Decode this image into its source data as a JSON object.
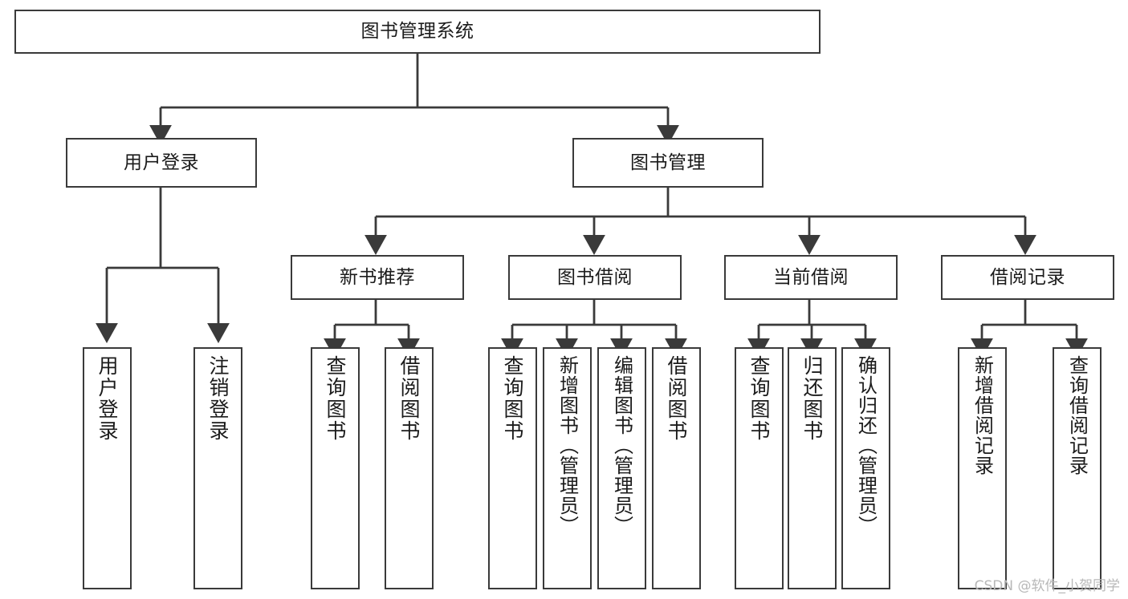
{
  "diagram": {
    "title": "图书管理系统",
    "type": "tree-hierarchy",
    "root": {
      "label": "图书管理系统"
    },
    "level1": [
      {
        "label": "用户登录"
      },
      {
        "label": "图书管理"
      }
    ],
    "level2": [
      {
        "label": "新书推荐"
      },
      {
        "label": "图书借阅"
      },
      {
        "label": "当前借阅"
      },
      {
        "label": "借阅记录"
      }
    ],
    "leaves": {
      "user_login": [
        {
          "label": "用户登录"
        },
        {
          "label": "注销登录"
        }
      ],
      "new_book_recommend": [
        {
          "label": "查询图书"
        },
        {
          "label": "借阅图书"
        }
      ],
      "book_borrow": [
        {
          "label": "查询图书"
        },
        {
          "label": "新增图书（管理员）"
        },
        {
          "label": "编辑图书（管理员）"
        },
        {
          "label": "借阅图书"
        }
      ],
      "current_borrow": [
        {
          "label": "查询图书"
        },
        {
          "label": "归还图书"
        },
        {
          "label": "确认归还（管理员）"
        }
      ],
      "borrow_record": [
        {
          "label": "新增借阅记录"
        },
        {
          "label": "查询借阅记录"
        }
      ]
    }
  },
  "watermark": {
    "text": "CSDN @软件_小贺同学"
  },
  "colors": {
    "stroke": "#3a3a3a",
    "background": "#ffffff",
    "text": "#1b1b1b",
    "watermark": "#b8b8b8"
  }
}
